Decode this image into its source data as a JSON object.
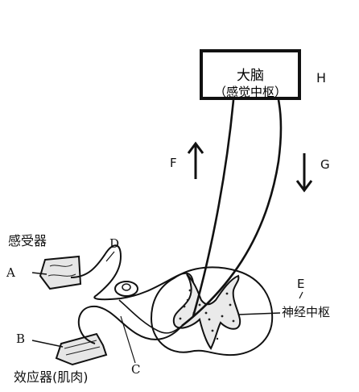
{
  "brain": {
    "title": "大脑",
    "subtitle": "（感觉中枢）"
  },
  "labels": {
    "H": "H",
    "F": "F",
    "G": "G",
    "D": "D",
    "A": "A",
    "B": "B",
    "C": "C",
    "E": "E",
    "receptor": "感受器",
    "effector": "效应器(肌肉)",
    "nerve_center": "神经中枢"
  },
  "arrows": {
    "F": "up",
    "G": "down"
  }
}
